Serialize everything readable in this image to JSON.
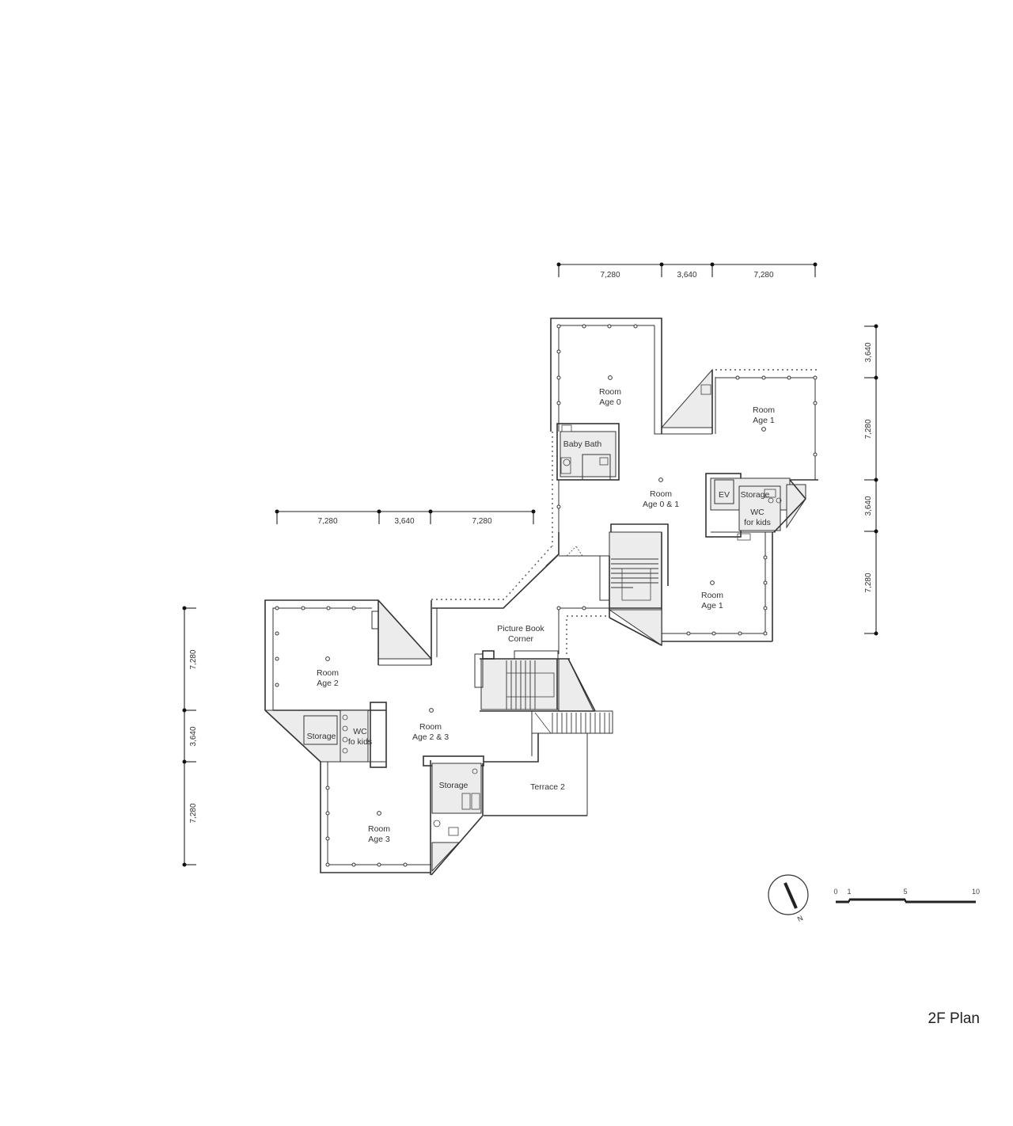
{
  "title": "2F Plan",
  "rooms": {
    "age0": {
      "line1": "Room",
      "line2": "Age 0"
    },
    "age1_top": {
      "line1": "Room",
      "line2": "Age 1"
    },
    "age01": {
      "line1": "Room",
      "line2": "Age 0 & 1"
    },
    "age1_bottom": {
      "line1": "Room",
      "line2": "Age 1"
    },
    "age2": {
      "line1": "Room",
      "line2": "Age 2"
    },
    "age23": {
      "line1": "Room",
      "line2": "Age 2 & 3"
    },
    "age3": {
      "line1": "Room",
      "line2": "Age 3"
    },
    "picture_book": {
      "line1": "Picture Book",
      "line2": "Corner"
    },
    "terrace2": {
      "label": "Terrace 2"
    },
    "baby_bath": {
      "label": "Baby Bath"
    },
    "ev": {
      "label": "EV"
    },
    "storage_east": {
      "label": "Storage"
    },
    "wc_east": {
      "line1": "WC",
      "line2": "for kids"
    },
    "storage_west": {
      "label": "Storage"
    },
    "wc_west": {
      "line1": "WC",
      "line2": "fo kids"
    },
    "storage_south": {
      "label": "Storage"
    }
  },
  "dimensions": {
    "top": [
      "7,280",
      "3,640",
      "7,280"
    ],
    "middle": [
      "7,280",
      "3,640",
      "7,280"
    ],
    "right": [
      "3,640",
      "7,280",
      "3,640",
      "7,280"
    ],
    "left": [
      "7,280",
      "3,640",
      "7,280"
    ]
  },
  "scale_bar": {
    "ticks": [
      "0",
      "1",
      "5",
      "10"
    ]
  },
  "north_arrow": {
    "label": "N"
  }
}
